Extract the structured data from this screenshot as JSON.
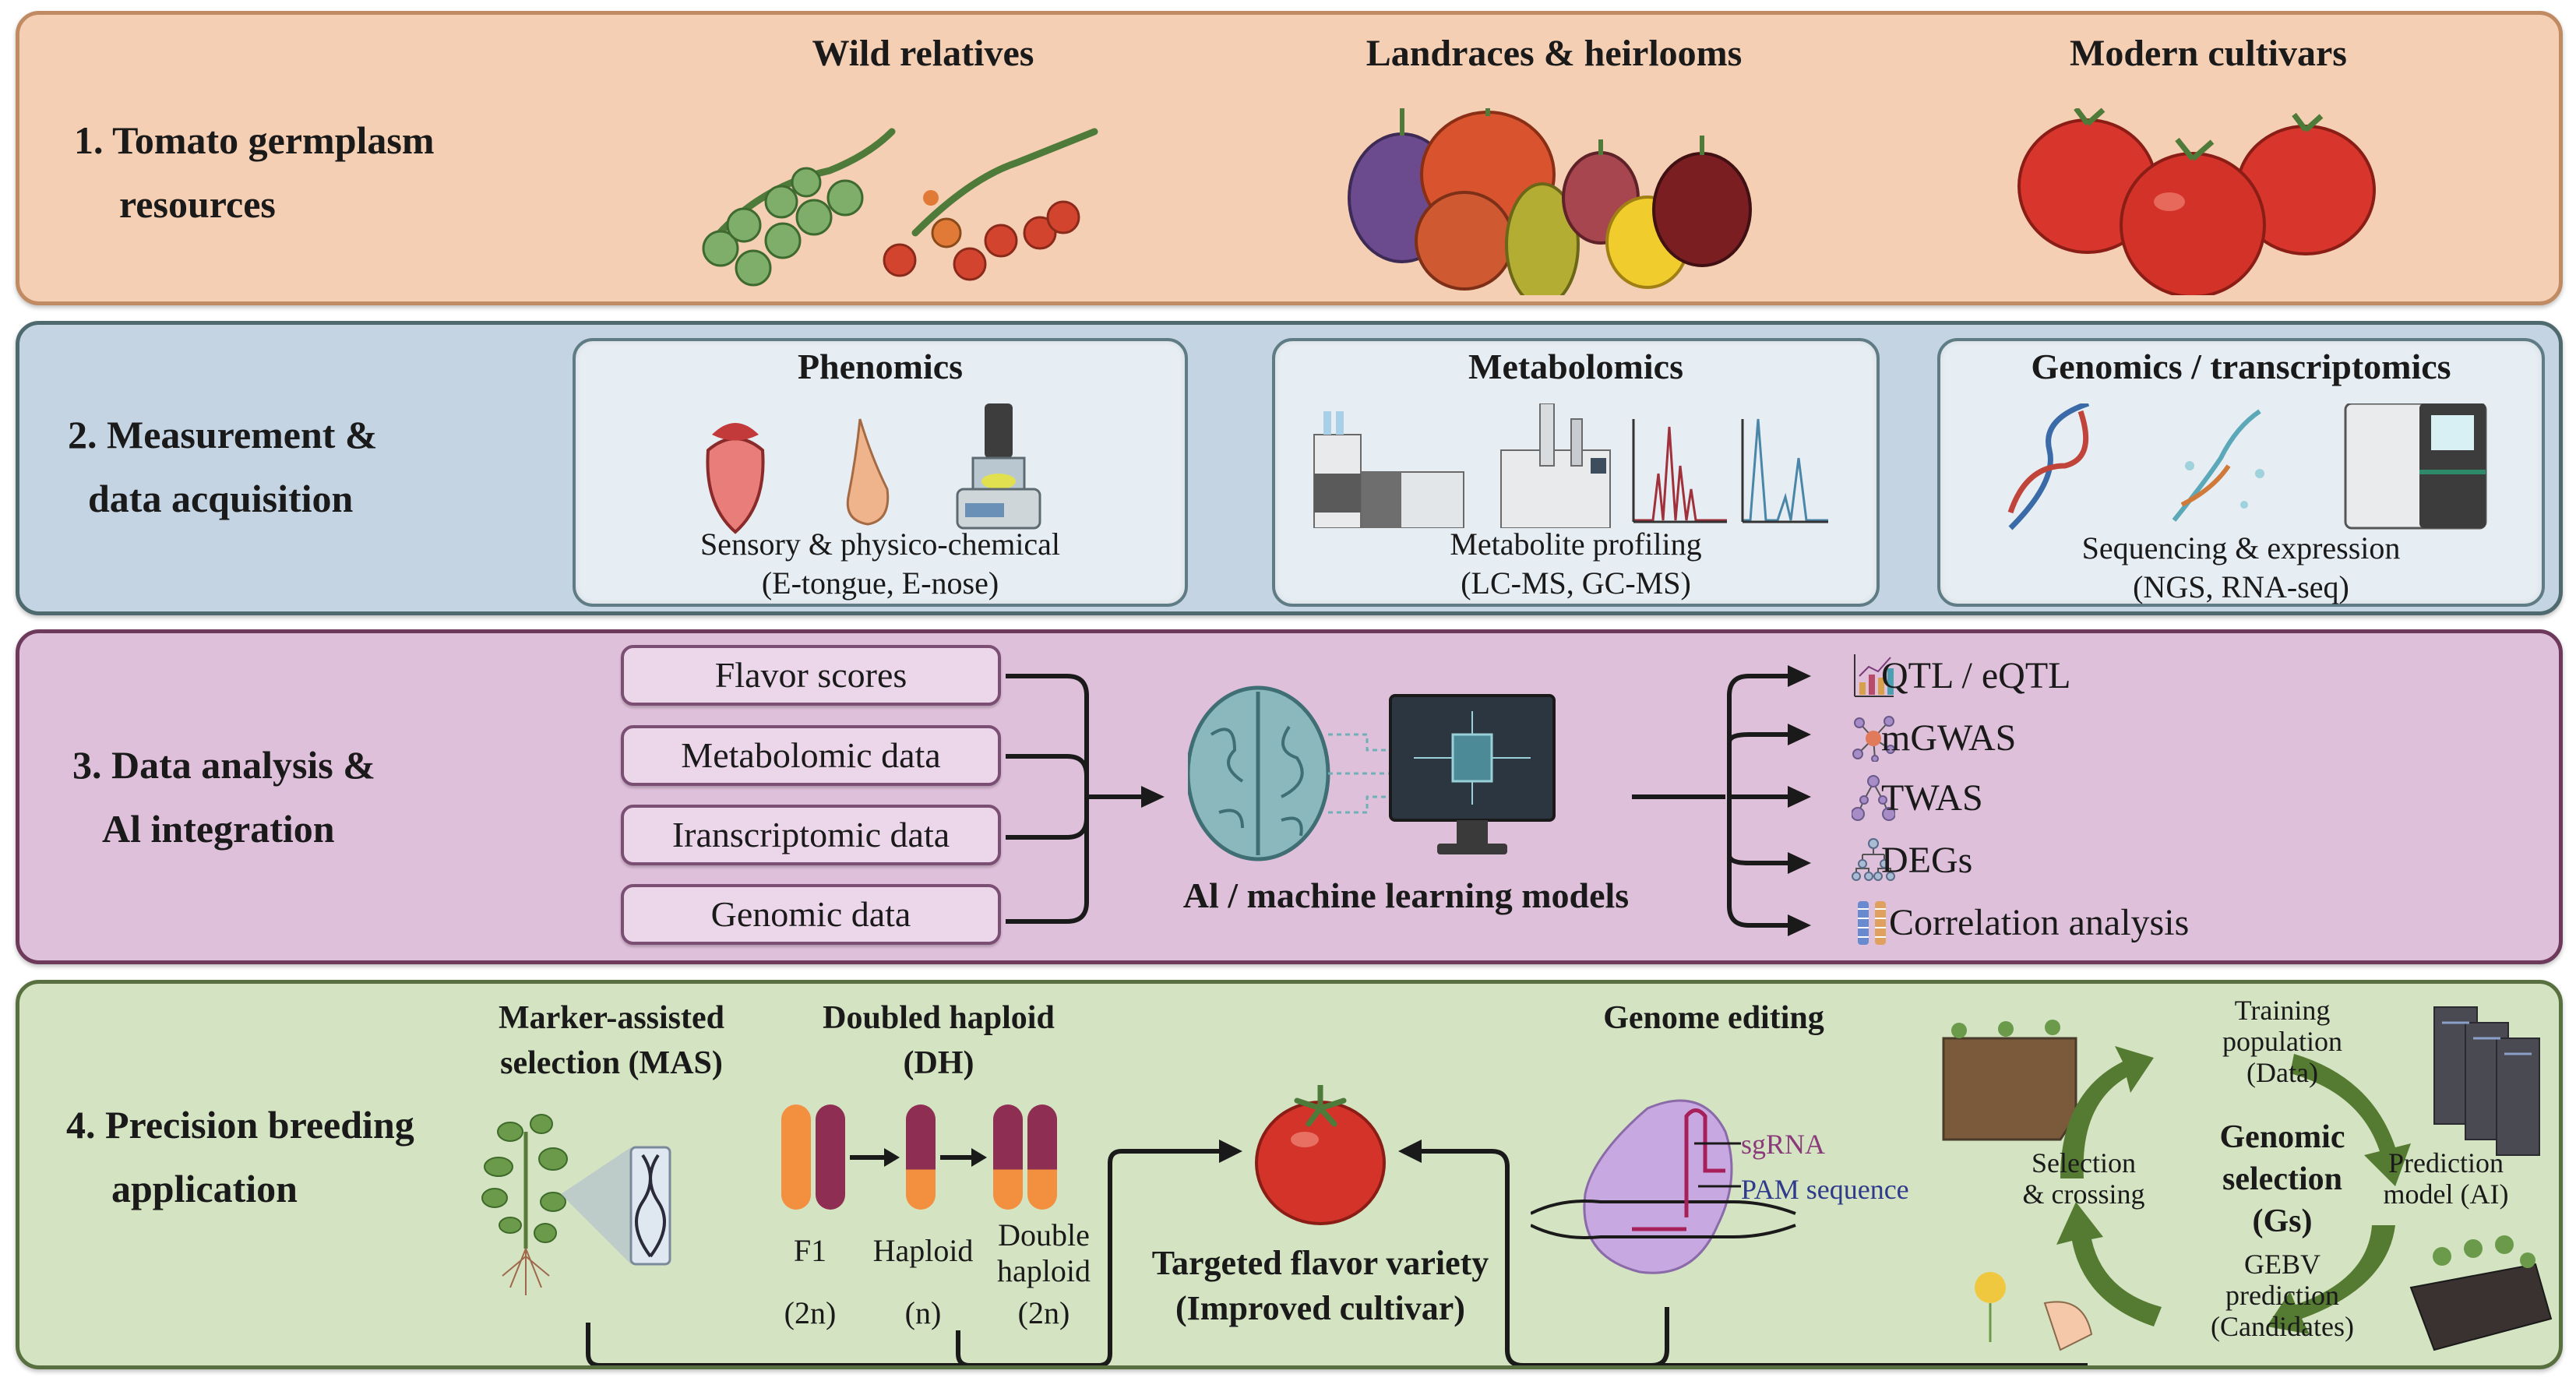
{
  "sections": [
    {
      "id": "germplasm",
      "title_lines": [
        "1. Tomato germplasm",
        "resources"
      ],
      "categories": [
        "Wild relatives",
        "Landraces & heirlooms",
        "Modern cultivars"
      ]
    },
    {
      "id": "measurement",
      "title_lines": [
        "2. Measurement &",
        "data acquisition"
      ],
      "boxes": [
        {
          "title": "Phenomics",
          "desc": [
            "Sensory & physico-chemical",
            "(E-tongue, E-nose)"
          ]
        },
        {
          "title": "Metabolomics",
          "desc": [
            "Metabolite profiling",
            "(LC-MS, GC-MS)"
          ]
        },
        {
          "title": "Genomics / transcriptomics",
          "desc": [
            "Sequencing & expression",
            "(NGS, RNA-seq)"
          ]
        }
      ]
    },
    {
      "id": "analysis",
      "title_lines": [
        "3. Data analysis &",
        "Al integration"
      ],
      "inputs": [
        "Flavor scores",
        "Metabolomic data",
        "Iranscriptomic data",
        "Genomic data"
      ],
      "model_label": "Al / machine learning models",
      "outputs": [
        {
          "label": "QTL / eQTL",
          "icon": "bar-chart-icon"
        },
        {
          "label": "mGWAS",
          "icon": "network-icon"
        },
        {
          "label": "TWAS",
          "icon": "tree-network-icon"
        },
        {
          "label": "DEGs",
          "icon": "hierarchy-icon"
        },
        {
          "label": "Correlation analysis",
          "icon": "dna-pair-icon"
        }
      ]
    },
    {
      "id": "breeding",
      "title_lines": [
        "4. Precision breeding",
        "application"
      ],
      "mas": {
        "title_lines": [
          "Marker-assisted",
          "selection (MAS)"
        ]
      },
      "dh": {
        "title_lines": [
          "Doubled haploid",
          "(DH)"
        ],
        "stages": [
          {
            "name_lines": [
              "F1"
            ],
            "ploidy": "(2n)"
          },
          {
            "name_lines": [
              "Haploid"
            ],
            "ploidy": "(n)"
          },
          {
            "name_lines": [
              "Double",
              "haploid"
            ],
            "ploidy": "(2n)"
          }
        ]
      },
      "target": {
        "lines": [
          "Targeted flavor variety",
          "(Improved cultivar)"
        ]
      },
      "genome_editing": {
        "title": "Genome editing",
        "sgrna": "sgRNA",
        "pam": "PAM sequence"
      },
      "genomic_selection": {
        "center_lines": [
          "Genomic",
          "selection",
          "(Gs)"
        ],
        "steps": {
          "training": [
            "Training",
            "population",
            "(Data)"
          ],
          "prediction": [
            "Prediction",
            "model (AI)"
          ],
          "gebv": [
            "GEBV",
            "prediction",
            "(Candidates)"
          ],
          "selection": [
            "Selection",
            "& crossing"
          ]
        }
      }
    }
  ],
  "colors": {
    "germplasm_bg": "#f5cfb3",
    "measurement_bg": "#c5d4e2",
    "analysis_bg": "#dfc0da",
    "breeding_bg": "#d4e3c2",
    "sgrna": "#8a3a7a",
    "pam": "#2e3a8a",
    "cycle_arrow": "#557a32"
  }
}
